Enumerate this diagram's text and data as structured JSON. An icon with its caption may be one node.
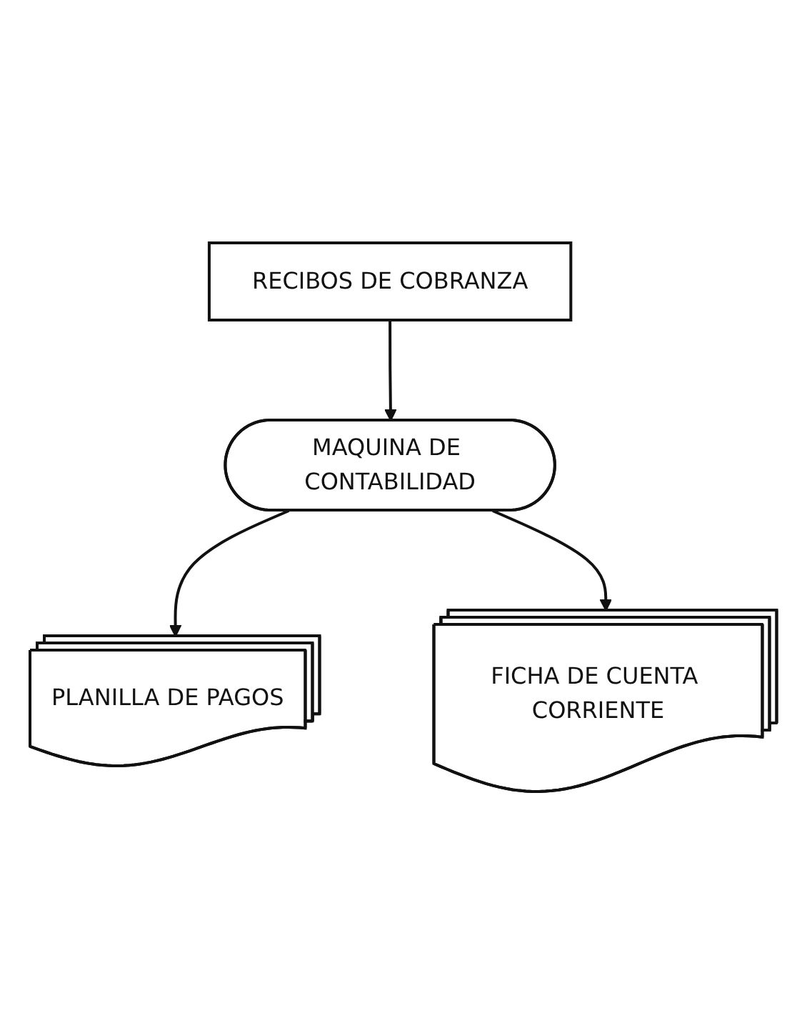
{
  "diagram": {
    "nodes": [
      {
        "text": [
          "RECIBOS DE COBRANZA"
        ]
      },
      {
        "text": [
          "MAQUINA DE CONTABILIDAD"
        ]
      },
      {
        "text": [
          "PLANILLA DE PAGOS"
        ]
      },
      {
        "text": [
          "FICHA DE CUENTA CORRIENTE"
        ]
      }
    ],
    "edges": [
      {
        "from": 0,
        "to": 1,
        "arrow": "to"
      },
      {
        "from": 1,
        "to": 2,
        "arrow": "to"
      },
      {
        "from": 1,
        "to": 3,
        "arrow": "to"
      }
    ]
  }
}
